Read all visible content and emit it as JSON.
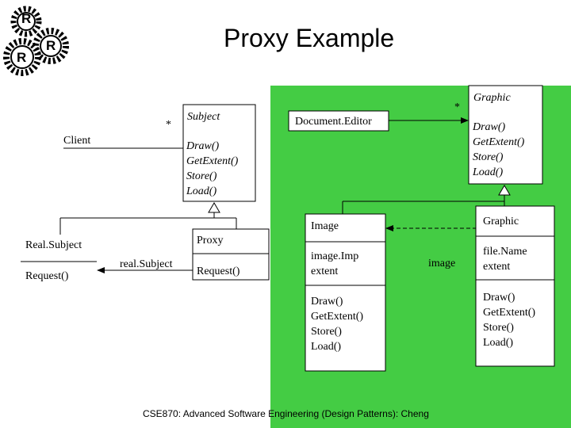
{
  "slide": {
    "title": "Proxy Example",
    "footer": "CSE870: Advanced Software Engineering (Design Patterns): Cheng",
    "logo_letters": [
      "R",
      "R",
      "R"
    ]
  },
  "diagram": {
    "client": {
      "name": "Client"
    },
    "subject": {
      "name": "Subject",
      "multiplicity": "*",
      "operations": "Draw()\nGetExtent()\nStore()\nLoad()"
    },
    "document_editor": {
      "name": "Document.Editor"
    },
    "graphic_abstract": {
      "name": "Graphic",
      "multiplicity": "*",
      "operations": "Draw()\nGetExtent()\nStore()\nLoad()"
    },
    "real_subject": {
      "name": "Real.Subject",
      "operations": "Request()"
    },
    "proxy": {
      "name": "Proxy",
      "operations": "Request()",
      "association_label": "real.Subject"
    },
    "image_proxy": {
      "name": "Image",
      "attributes": "image.Imp\nextent",
      "operations": "Draw()\nGetExtent()\nStore()\nLoad()"
    },
    "graphic_real": {
      "name": "Graphic",
      "attributes": "file.Name\nextent",
      "operations": "Draw()\nGetExtent()\nStore()\nLoad()",
      "association_label": "image"
    }
  },
  "colors": {
    "highlight": "#44CC44",
    "line": "#000000",
    "background": "#FFFFFF"
  }
}
